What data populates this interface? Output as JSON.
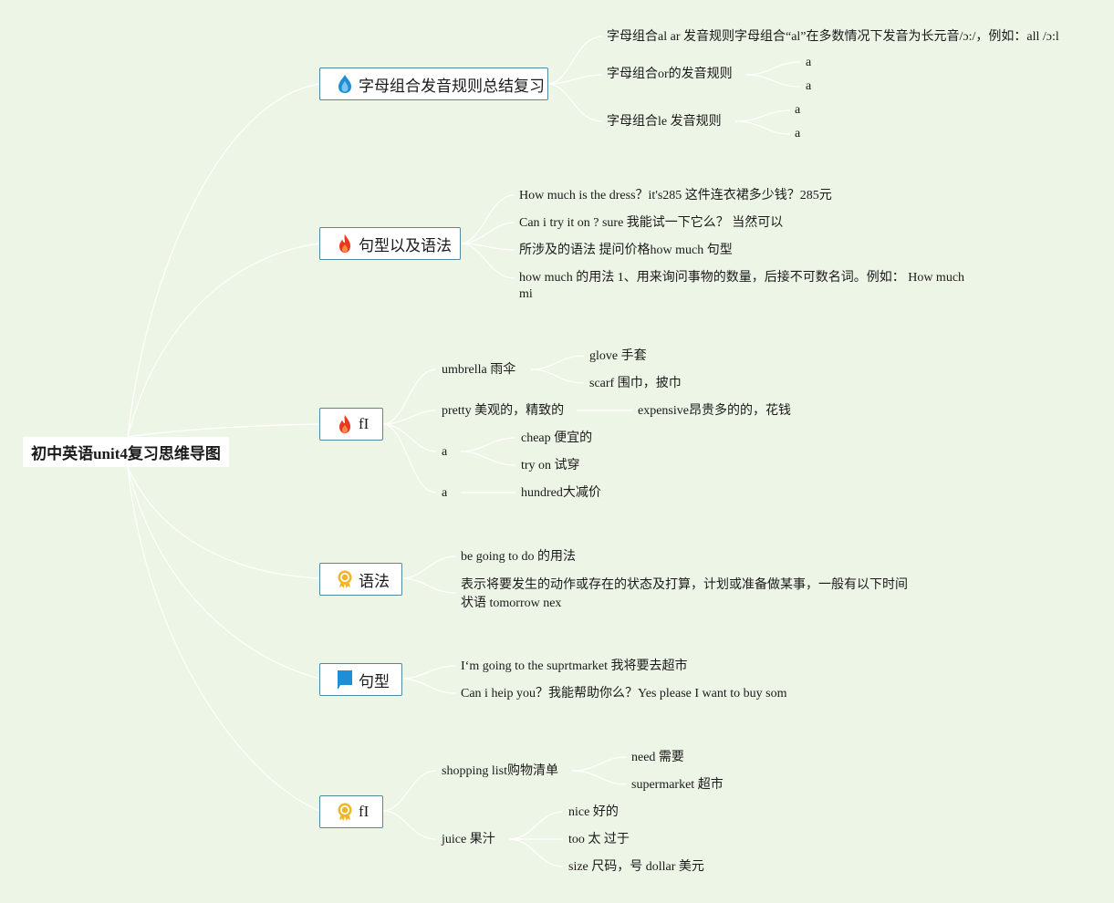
{
  "root": {
    "label": "初中英语unit4复习思维导图"
  },
  "branches": [
    {
      "label": "字母组合发音规则总结复习",
      "icon": "water-drop-icon",
      "children": [
        {
          "label": "字母组合al ar 发音规则字母组合“al”在多数情况下发音为长元音/ɔ:/，例如：all /ɔ:l"
        },
        {
          "label": "字母组合or的发音规则",
          "children": [
            {
              "label": "a"
            },
            {
              "label": "a"
            }
          ]
        },
        {
          "label": "字母组合le 发音规则",
          "children": [
            {
              "label": "a"
            },
            {
              "label": "a"
            }
          ]
        }
      ]
    },
    {
      "label": "句型以及语法",
      "icon": "fire-icon",
      "children": [
        {
          "label": "How much is the dress？it's285 这件连衣裙多少钱？285元"
        },
        {
          "label": "Can i try it on ? sure 我能试一下它么？ 当然可以"
        },
        {
          "label": "所涉及的语法 提问价格how much 句型"
        },
        {
          "label": "how much 的用法 1、用来询问事物的数量，后接不可数名词。例如： How much mi"
        }
      ]
    },
    {
      "label": "fI",
      "icon": "fire-icon",
      "children": [
        {
          "label": "umbrella 雨伞",
          "children": [
            {
              "label": "glove 手套"
            },
            {
              "label": "scarf 围巾，披巾"
            }
          ]
        },
        {
          "label": "pretty 美观的，精致的",
          "children": [
            {
              "label": "expensive昂贵多的的，花钱"
            }
          ]
        },
        {
          "label": "a",
          "children": [
            {
              "label": "cheap 便宜的"
            },
            {
              "label": "try on 试穿"
            }
          ]
        },
        {
          "label": "a",
          "children": [
            {
              "label": "hundred大减价"
            }
          ]
        }
      ]
    },
    {
      "label": "语法",
      "icon": "award-badge-icon",
      "children": [
        {
          "label": "be going to do 的用法"
        },
        {
          "label": "表示将要发生的动作或存在的状态及打算，计划或准备做某事，一般有以下时间状语 tomorrow nex"
        }
      ]
    },
    {
      "label": "句型",
      "icon": "flag-icon",
      "children": [
        {
          "label": "I‘m going to the suprtmarket 我将要去超市"
        },
        {
          "label": "Can i heip you？我能帮助你么？Yes please I want to buy som"
        }
      ]
    },
    {
      "label": "fI",
      "icon": "award-badge-icon",
      "children": [
        {
          "label": "shopping list购物清单",
          "children": [
            {
              "label": "need 需要"
            },
            {
              "label": "supermarket 超市"
            }
          ]
        },
        {
          "label": "juice 果汁",
          "children": [
            {
              "label": "nice 好的"
            },
            {
              "label": "too 太 过于"
            },
            {
              "label": "size 尺码，号 dollar 美元"
            }
          ]
        }
      ]
    }
  ],
  "colors": {
    "background": "#edf5e6",
    "connector": "#ffffff",
    "branch_border": "#4f8a9e",
    "fire": "#e63a1e",
    "water": "#1e8fd6",
    "award": "#f0b429",
    "flag": "#1e8fd6"
  }
}
